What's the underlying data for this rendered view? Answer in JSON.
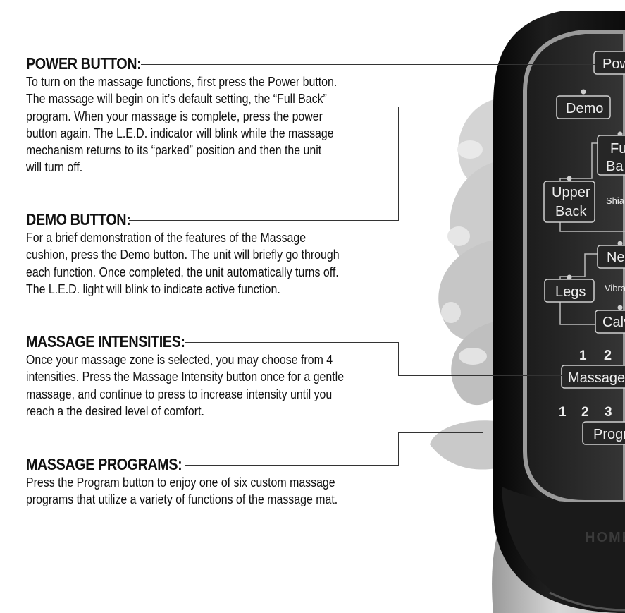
{
  "sections": [
    {
      "heading": "POWER BUTTON:",
      "body": "To turn on the massage functions, first press the Power button.\nThe massage will begin on it’s default setting, the “Full Back”\nprogram. When your massage is complete, press the power\nbutton again. The L.E.D. indicator will blink while the massage\nmechanism returns to its “parked” position and then the unit\nwill turn off."
    },
    {
      "heading": "DEMO BUTTON:",
      "body": "For a brief demonstration of the features of the Massage\ncushion, press the Demo button. The unit will briefly go through\neach function. Once completed, the unit automatically turns off.\nThe L.E.D. light will blink to indicate active function."
    },
    {
      "heading": "MASSAGE INTENSITIES:",
      "body": "Once your massage zone is selected, you may choose from 4\nintensities. Press the Massage Intensity button once for a gentle\nmassage, and continue to press to increase intensity until you\nreach a the desired level of comfort."
    },
    {
      "heading": "MASSAGE PROGRAMS:",
      "body": "Press the Program button to enjoy one of six custom massage\nprograms that utilize a variety of functions of the massage mat."
    }
  ],
  "remote": {
    "power_label": "Pow",
    "demo_label": "Demo",
    "full_back_line1": "Fu",
    "full_back_line2": "Ba",
    "upper_back_line1": "Upper",
    "upper_back_line2": "Back",
    "shiatsu_label": "Shia",
    "neck_label": "Ne",
    "legs_label": "Legs",
    "vibration_label": "Vibra",
    "calves_label": "Calv",
    "intensity_num_1": "1",
    "intensity_num_2": "2",
    "massage_label": "Massage",
    "program_num_1": "1",
    "program_num_2": "2",
    "program_num_3": "3",
    "program_label": "Progr",
    "brand_fragment": "HOME"
  },
  "colors": {
    "remote_body": "#141414",
    "panel": "#2a2a2a",
    "panel_border": "#9a9a9a",
    "hand": "#cfcfcf"
  }
}
